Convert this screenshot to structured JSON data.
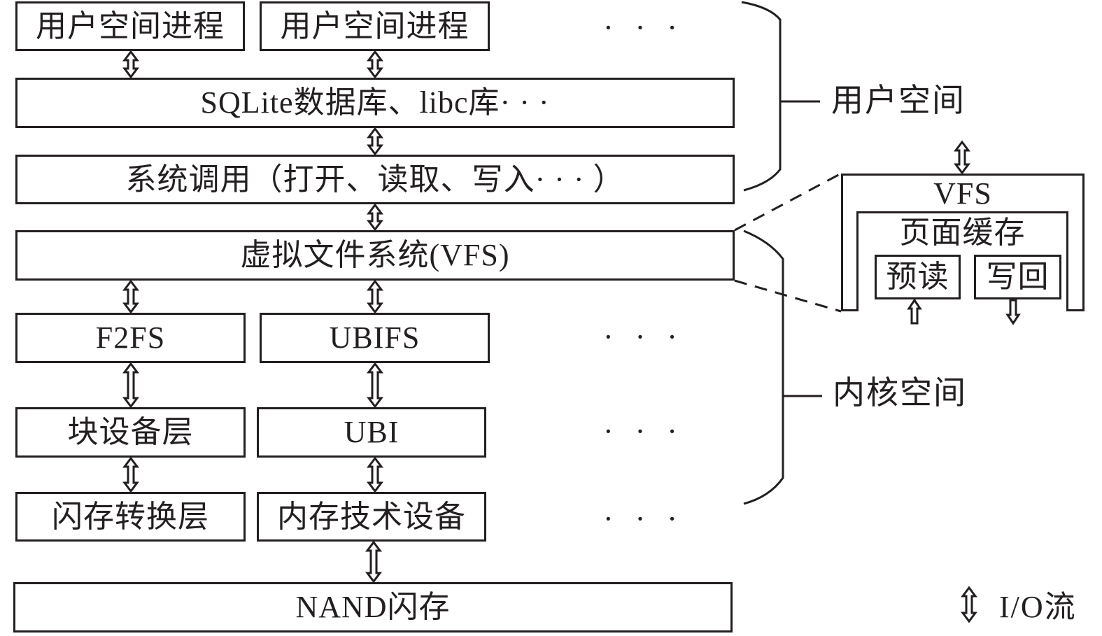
{
  "diagram": {
    "user_processes": [
      "用户空间进程",
      "用户空间进程"
    ],
    "user_processes_more": "· · ·",
    "libraries": "SQLite数据库、libc库· · ·",
    "syscalls": "系统调用（打开、读取、写入· · · ）",
    "vfs": "虚拟文件系统(VFS)",
    "filesystems": [
      "F2FS",
      "UBIFS"
    ],
    "filesystems_more": "· · ·",
    "middle_layer": [
      "块设备层",
      "UBI"
    ],
    "middle_more": "· · ·",
    "device_layer": [
      "闪存转换层",
      "内存技术设备"
    ],
    "device_more": "· · ·",
    "storage": "NAND闪存",
    "regions": {
      "user_space": "用户空间",
      "kernel_space": "内核空间"
    },
    "vfs_detail": {
      "title": "VFS",
      "page_cache": "页面缓存",
      "readahead": "预读",
      "writeback": "写回"
    },
    "legend": {
      "io_flow_icon": "double-arrow-icon",
      "io_flow_label": "I/O流"
    }
  }
}
